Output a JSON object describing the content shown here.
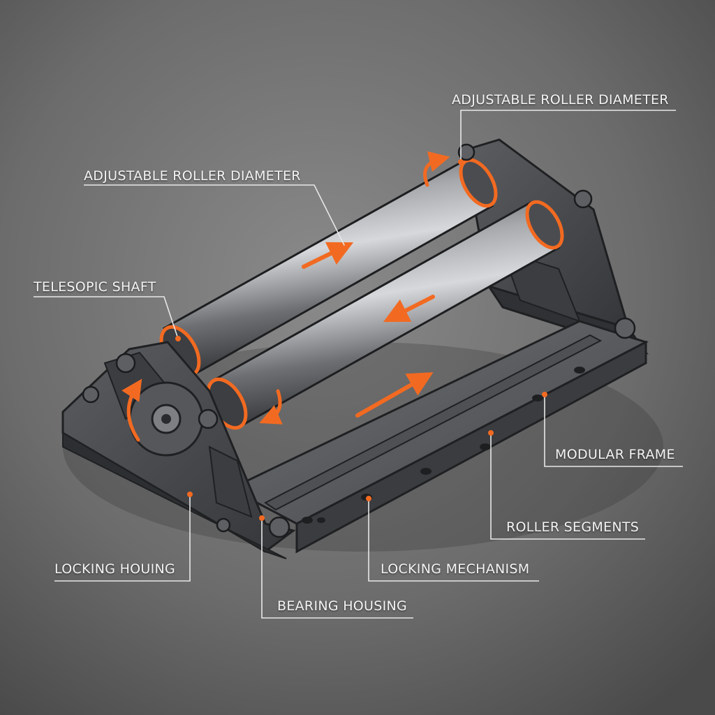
{
  "theme": {
    "background": "#6f6f6f",
    "metal": "#4a4c4f",
    "metal_dark": "#2c2e31",
    "roller": "#7b7d81",
    "accent": "#f26a21",
    "leader": "#e8e8e8",
    "label": "#f4f4f4"
  },
  "labels": {
    "adjustable_roller_diameter_top": "ADJUSTABLE ROLLER DIAMETER",
    "adjustable_roller_diameter_left": "ADJUSTABLE ROLLER DIAMETER",
    "telescopic_shaft": "TELESOPIC SHAFT",
    "modular_frame": "MODULAR FRAME",
    "roller_segments": "ROLLER SEGMENTS",
    "locking_mechanism": "LOCKING MECHANISM",
    "locking_housing": "LOCKING HOUING",
    "bearing_housing": "BEARING HOUSING"
  },
  "icons": {
    "direction_arrows": "arrow-icon",
    "rotation_arrows": "rotation-arrow-icon"
  }
}
